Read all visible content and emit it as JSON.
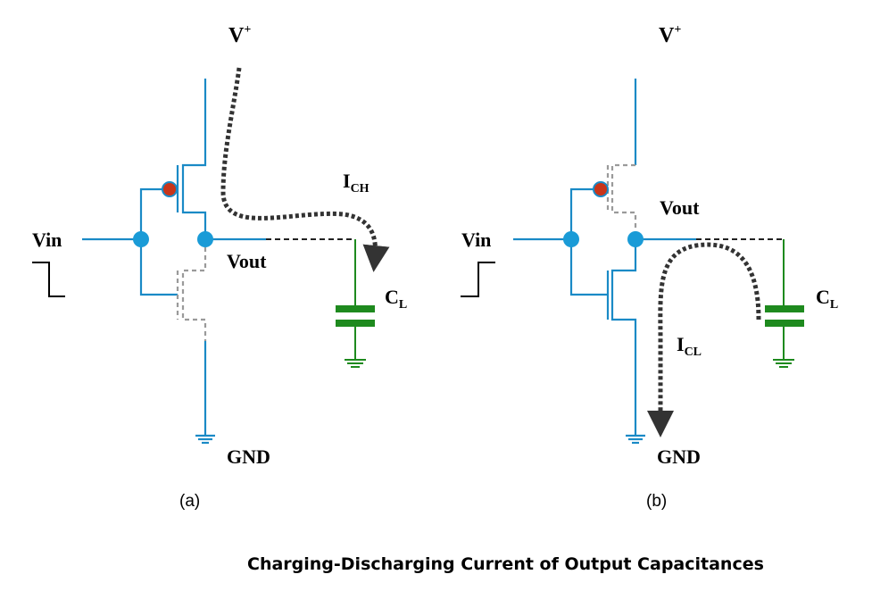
{
  "caption": "Charging-Discharging Current of Output Capacitances",
  "panel_a": {
    "supply_label": "V",
    "supply_sup": "+",
    "input_label": "Vin",
    "output_label": "Vout",
    "current_label": "I",
    "current_sub": "CH",
    "cap_label": "C",
    "cap_sub": "L",
    "ground_label": "GND",
    "sublabel": "(a)"
  },
  "panel_b": {
    "supply_label": "V",
    "supply_sup": "+",
    "input_label": "Vin",
    "output_label": "Vout",
    "current_label": "I",
    "current_sub": "CL",
    "cap_label": "C",
    "cap_sub": "L",
    "ground_label": "GND",
    "sublabel": "(b)"
  },
  "colors": {
    "wire": "#1a8ac6",
    "node": "#1a9bd7",
    "inactive_transistor": "#9a9a9a",
    "capacitor": "#1e8a1e",
    "pmos_bubble": "#c8351a",
    "current_path": "#333333"
  }
}
